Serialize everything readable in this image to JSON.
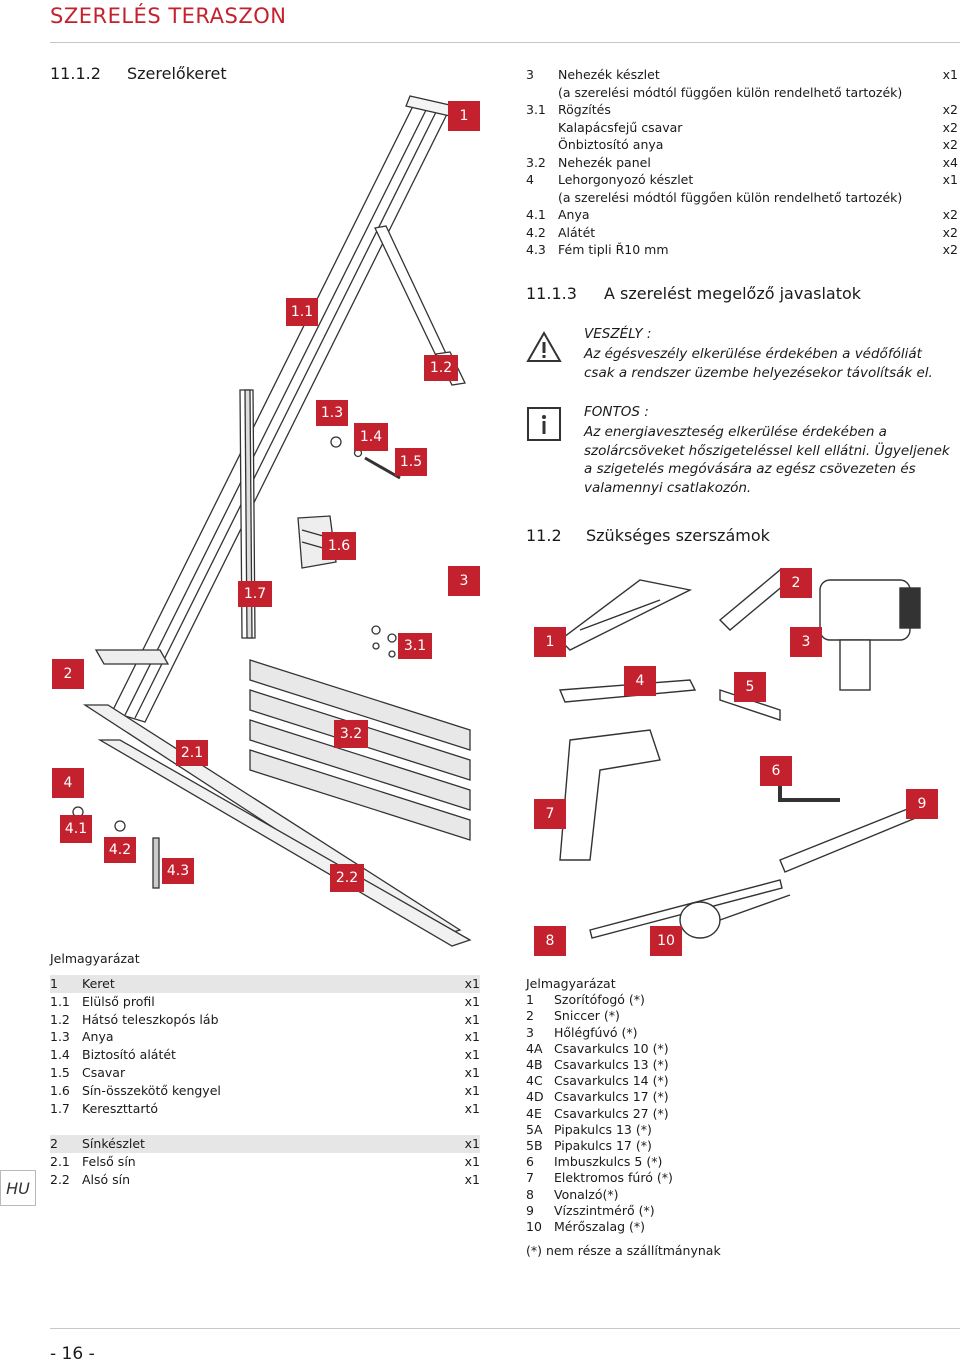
{
  "header": {
    "title": "SZERELÉS TERASZON"
  },
  "section_1112": {
    "number": "11.1.2",
    "title": "Szerelőkeret"
  },
  "section_1113": {
    "number": "11.1.3",
    "title": "A szerelést megelőző javaslatok"
  },
  "section_112": {
    "number": "11.2",
    "title": "Szükséges szerszámok"
  },
  "parts_list_top": [
    {
      "num": "3",
      "desc": "Nehezék készlet",
      "qty": "x1"
    },
    {
      "num": "",
      "desc": "(a szerelési módtól függően külön rendelhető tartozék)",
      "qty": ""
    },
    {
      "num": "3.1",
      "desc": "Rögzítés",
      "qty": "x2"
    },
    {
      "num": "",
      "desc": "Kalapácsfejű csavar",
      "qty": "x2"
    },
    {
      "num": "",
      "desc": "Önbiztosító anya",
      "qty": "x2"
    },
    {
      "num": "3.2",
      "desc": "Nehezék panel",
      "qty": "x4"
    },
    {
      "num": "4",
      "desc": "Lehorgonyozó készlet",
      "qty": "x1"
    },
    {
      "num": "",
      "desc": "(a szerelési módtól függően külön rendelhető tartozék)",
      "qty": ""
    },
    {
      "num": "4.1",
      "desc": "Anya",
      "qty": "x2"
    },
    {
      "num": "4.2",
      "desc": "Alátét",
      "qty": "x2"
    },
    {
      "num": "4.3",
      "desc": "Fém tipli Ř10 mm",
      "qty": "x2"
    }
  ],
  "warning": {
    "title": "VESZÉLY :",
    "text": "Az égésveszély elkerülése érdekében a védőfóliát csak a rendszer üzembe helyezésekor távolítsák el."
  },
  "info": {
    "title": "FONTOS :",
    "text": "Az energiaveszteség elkerülése érdekében a szolárcsöveket hőszigeteléssel kell ellátni. Ügyeljenek a szigetelés megóvására az egész csövezeten és valamennyi csatlakozón."
  },
  "frame_labels": {
    "l1": "1",
    "l11": "1.1",
    "l12": "1.2",
    "l13": "1.3",
    "l14": "1.4",
    "l15": "1.5",
    "l16": "1.6",
    "l17": "1.7",
    "l3": "3",
    "l31": "3.1",
    "l2": "2",
    "l32": "3.2",
    "l21": "2.1",
    "l4": "4",
    "l41": "4.1",
    "l42": "4.2",
    "l43": "4.3",
    "l22": "2.2"
  },
  "tool_labels": {
    "t1": "1",
    "t2": "2",
    "t3": "3",
    "t4": "4",
    "t5": "5",
    "t6": "6",
    "t7": "7",
    "t8": "8",
    "t9": "9",
    "t10": "10"
  },
  "legend_left": {
    "title": "Jelmagyarázat",
    "rows": [
      {
        "num": "1",
        "desc": "Keret",
        "qty": "x1",
        "shade": true
      },
      {
        "num": "1.1",
        "desc": "Elülső profil",
        "qty": "x1"
      },
      {
        "num": "1.2",
        "desc": "Hátsó teleszkopós láb",
        "qty": "x1"
      },
      {
        "num": "1.3",
        "desc": "Anya",
        "qty": "x1"
      },
      {
        "num": "1.4",
        "desc": "Biztosító alátét",
        "qty": "x1"
      },
      {
        "num": "1.5",
        "desc": "Csavar",
        "qty": "x1"
      },
      {
        "num": "1.6",
        "desc": "Sín-összekötő kengyel",
        "qty": "x1"
      },
      {
        "num": "1.7",
        "desc": "Kereszttartó",
        "qty": "x1"
      },
      {
        "num": "2",
        "desc": "Sínkészlet",
        "qty": "x1",
        "shade": true
      },
      {
        "num": "2.1",
        "desc": "Felső sín",
        "qty": "x1"
      },
      {
        "num": "2.2",
        "desc": "Alsó sín",
        "qty": "x1"
      }
    ]
  },
  "legend_tools": {
    "title": "Jelmagyarázat",
    "rows": [
      {
        "num": "1",
        "desc": "Szorítófogó (*)"
      },
      {
        "num": "2",
        "desc": "Sniccer (*)"
      },
      {
        "num": "3",
        "desc": "Hőlégfúvó (*)"
      },
      {
        "num": "4A",
        "desc": "Csavarkulcs 10 (*)"
      },
      {
        "num": "4B",
        "desc": "Csavarkulcs 13 (*)"
      },
      {
        "num": "4C",
        "desc": "Csavarkulcs 14 (*)"
      },
      {
        "num": "4D",
        "desc": "Csavarkulcs 17 (*)"
      },
      {
        "num": "4E",
        "desc": "Csavarkulcs 27 (*)"
      },
      {
        "num": "5A",
        "desc": "Pipakulcs  13 (*)"
      },
      {
        "num": "5B",
        "desc": "Pipakulcs  17 (*)"
      },
      {
        "num": "6",
        "desc": "Imbuszkulcs 5 (*)"
      },
      {
        "num": "7",
        "desc": "Elektromos fúró (*)"
      },
      {
        "num": "8",
        "desc": "Vonalzó(*)"
      },
      {
        "num": "9",
        "desc": "Vízszintmérő (*)"
      },
      {
        "num": "10",
        "desc": " Mérőszalag (*)"
      }
    ],
    "footnote": "(*) nem része a szállítmánynak"
  },
  "lang": "HU",
  "page_number": "- 16 -",
  "colors": {
    "accent": "#c4212e",
    "shade": "#e6e6e6"
  }
}
